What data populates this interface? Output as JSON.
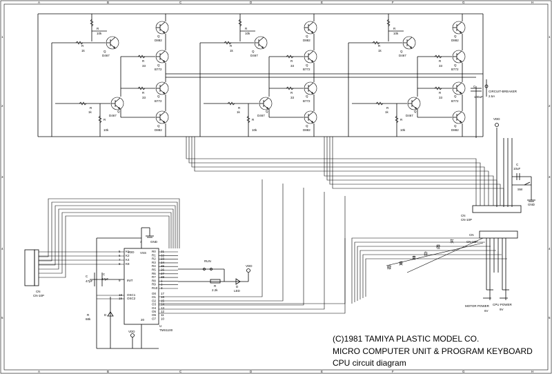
{
  "border": {
    "cols": [
      "A",
      "B",
      "C",
      "D",
      "E",
      "F",
      "G",
      "H"
    ],
    "rows": [
      "1",
      "2",
      "3",
      "4",
      "5"
    ]
  },
  "title": {
    "line1": "(C)1981 TAMIYA PLASTIC MODEL CO.",
    "line2": "MICRO COMPUTER UNIT & PROGRAM KEYBOARD",
    "line3": "CPU circuit diagram"
  },
  "driver": {
    "r_label": "R",
    "r10k": "10k",
    "r1k": "1k",
    "r33": "33",
    "q_label": "Q",
    "d467": "D467",
    "d882": "D882",
    "b772": "B772"
  },
  "supply": {
    "cap_c": "C",
    "cap_100uf": "100uF",
    "breaker": "CIRCUIT-BREAKER",
    "breaker_val": "2.5A",
    "vdd": "VDD",
    "cap_10uf": "10uF",
    "sw_label": "SW",
    "gnd": "GND"
  },
  "connectors": {
    "cn": "CN",
    "cn10p": "CN-10P",
    "motor_power": "MOTOR POWER",
    "motor_v": "6V",
    "cpu_power": "CPU POWER",
    "cpu_v": "9V"
  },
  "wire_colors": {
    "c1": "灰",
    "c2": "橙",
    "c3": "白",
    "c4": "青",
    "c5": "黄",
    "c6": "緑"
  },
  "cpu": {
    "chip": "TMS1100",
    "vdd_pin": "VDD",
    "vss_pin": "VSS",
    "k_pins": [
      "K1",
      "K2",
      "K4",
      "K8"
    ],
    "k_nums": [
      "5",
      "6",
      "7",
      "8"
    ],
    "r_pins": [
      "R0",
      "R1",
      "R2",
      "R3",
      "R4",
      "R5",
      "R6",
      "R7",
      "R8",
      "R9",
      "R10"
    ],
    "r_nums": [
      "21",
      "22",
      "23",
      "24",
      "25",
      "26",
      "27",
      "28",
      "1",
      "2",
      "3"
    ],
    "init": "INIT",
    "init_num": "9",
    "osc": [
      "OSC1",
      "OSC2"
    ],
    "osc_nums": [
      "18",
      "19"
    ],
    "o_pins": [
      "O0",
      "O1",
      "O2",
      "O3",
      "O4",
      "O5",
      "O6",
      "O7"
    ],
    "o_nums": [
      "17",
      "16",
      "15",
      "14",
      "13",
      "12",
      "11",
      "10"
    ],
    "pin20": "20",
    "pin4": "4",
    "u_label": "U",
    "c47pf": "47pF",
    "r68k": "68k",
    "r22k": "2.2k",
    "d_label": "D",
    "led": "LED",
    "run": "RUN",
    "vdd": "VDD",
    "gnd": "GND"
  }
}
